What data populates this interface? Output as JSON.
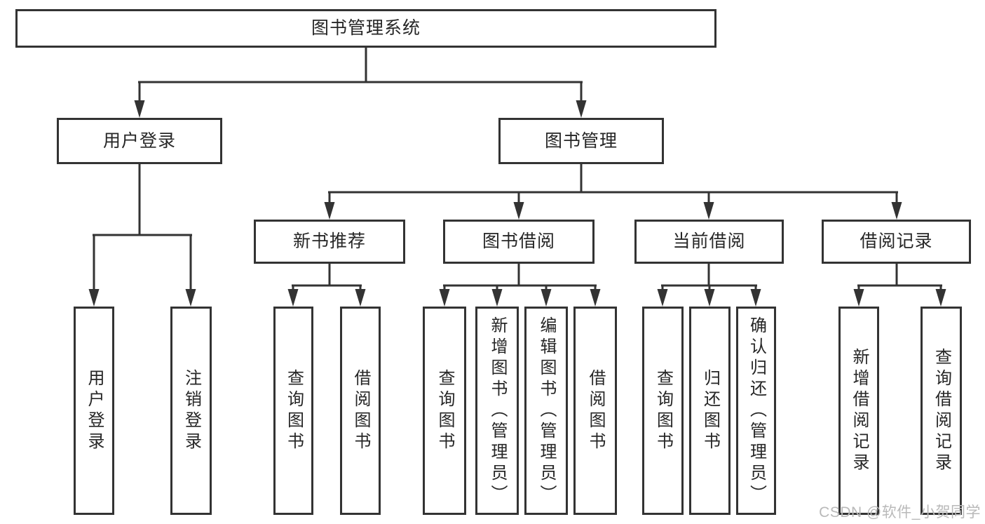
{
  "chart": {
    "root": "图书管理系统",
    "branches": {
      "user_login": {
        "label": "用户登录",
        "children": [
          "用户登录",
          "注销登录"
        ]
      },
      "book_management": {
        "label": "图书管理",
        "sections": {
          "new_books": {
            "label": "新书推荐",
            "children": [
              "查询图书",
              "借阅图书"
            ]
          },
          "book_borrowing": {
            "label": "图书借阅",
            "children": [
              "查询图书",
              "新增图书（管理员）",
              "编辑图书（管理员）",
              "借阅图书"
            ]
          },
          "current_borrowing": {
            "label": "当前借阅",
            "children": [
              "查询图书",
              "归还图书",
              "确认归还（管理员）"
            ]
          },
          "borrowing_records": {
            "label": "借阅记录",
            "children": [
              "新增借阅记录",
              "查询借阅记录"
            ]
          }
        }
      }
    }
  },
  "colors": {
    "line": "#333333",
    "text": "#262626",
    "background": "#ffffff",
    "watermark": "#b9b9b9"
  },
  "watermark": "CSDN @软件_小贺同学"
}
